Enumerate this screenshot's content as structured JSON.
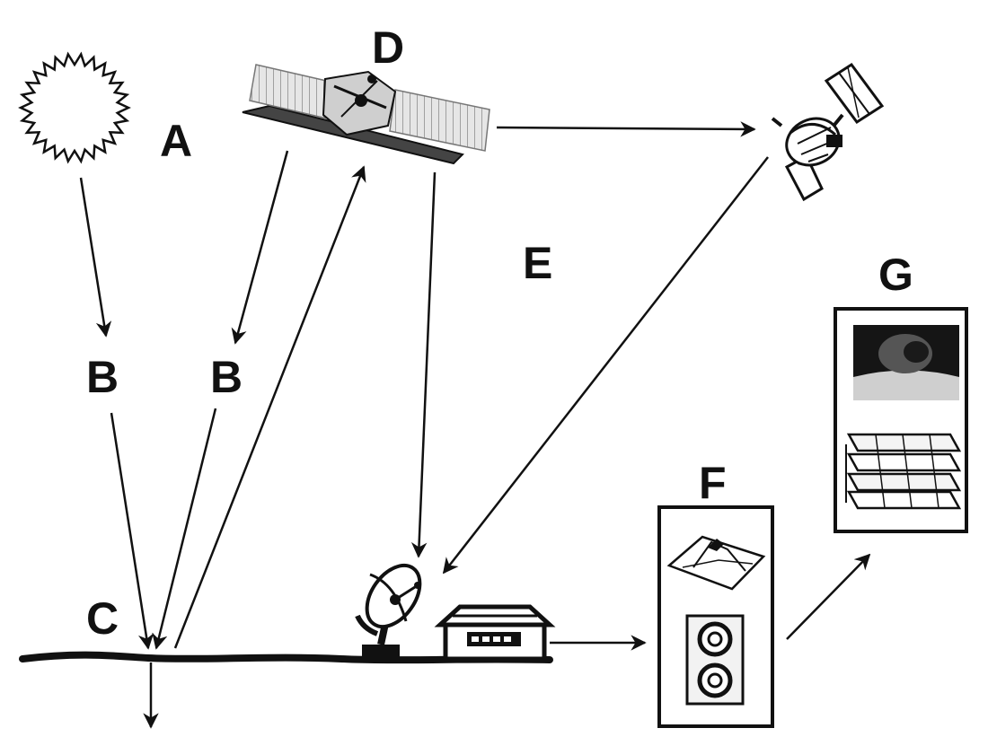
{
  "labels": {
    "a": "A",
    "b1": "B",
    "b2": "B",
    "c": "C",
    "d": "D",
    "e": "E",
    "f": "F",
    "g": "G"
  },
  "icons": {
    "sun": "sun-icon",
    "imaging_satellite": "imaging-satellite-icon",
    "relay_satellite": "relay-satellite-icon",
    "dish": "satellite-dish-icon",
    "station": "ground-station-building-icon",
    "processing": "processing-panel",
    "products": "image-products-panel"
  }
}
